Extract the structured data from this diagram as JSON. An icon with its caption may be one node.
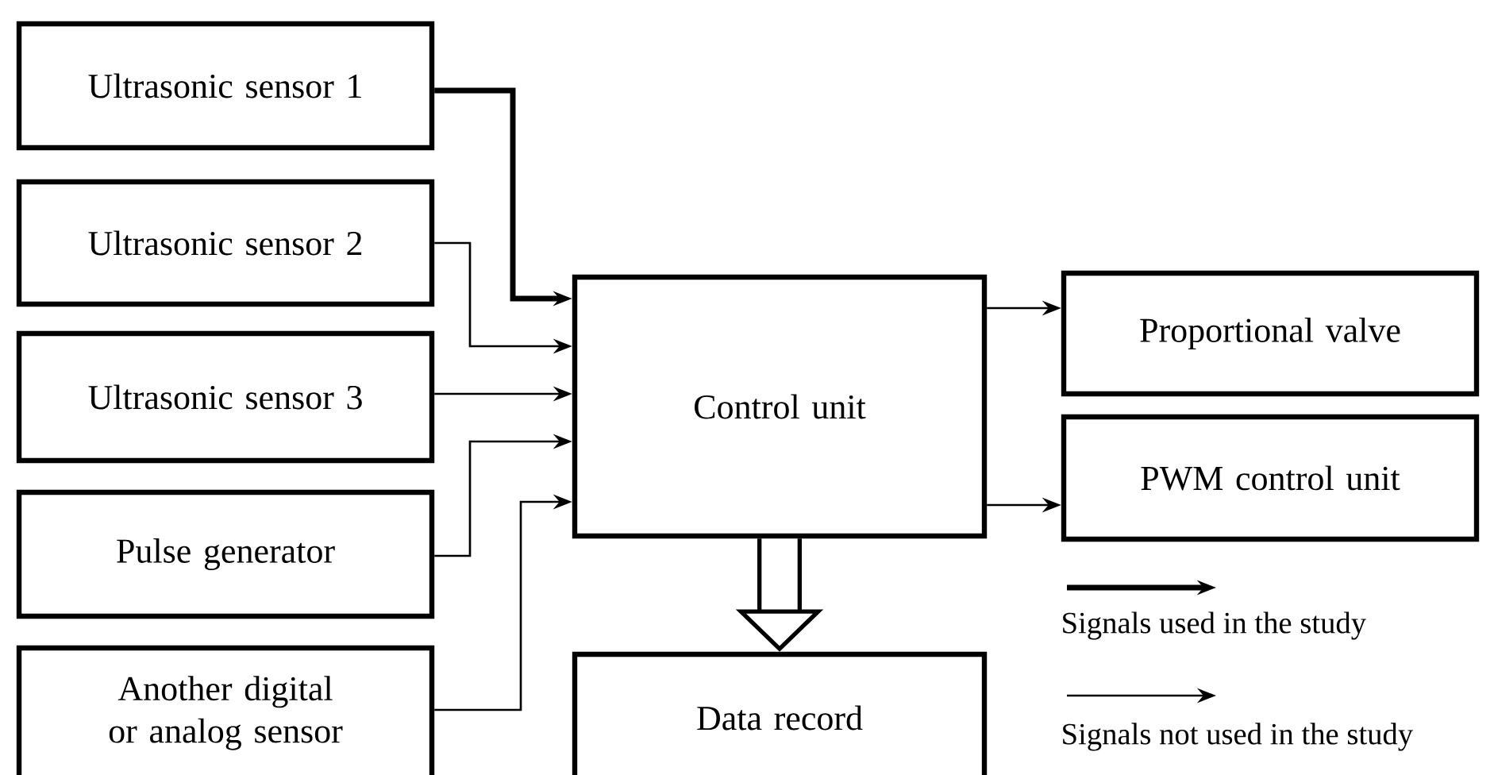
{
  "diagram": {
    "nodes": [
      {
        "text": [
          "Ultrasonic sensor 1"
        ]
      },
      {
        "text": [
          "Ultrasonic sensor 2"
        ]
      },
      {
        "text": [
          "Ultrasonic sensor 3"
        ]
      },
      {
        "text": [
          "Pulse generator"
        ]
      },
      {
        "text": [
          "Another digital or analog sensor"
        ]
      },
      {
        "text": [
          "Control unit"
        ]
      },
      {
        "text": [
          "Proportional valve"
        ]
      },
      {
        "text": [
          "PWM control unit"
        ]
      },
      {
        "text": [
          "Data record"
        ]
      }
    ],
    "edges": [
      {
        "from": 0,
        "to": 5,
        "arrow": "to",
        "style": "thick"
      },
      {
        "from": 1,
        "to": 5,
        "arrow": "to"
      },
      {
        "from": 2,
        "to": 5,
        "arrow": "to"
      },
      {
        "from": 3,
        "to": 5,
        "arrow": "to"
      },
      {
        "from": 4,
        "to": 5,
        "arrow": "to"
      },
      {
        "from": 5,
        "to": 6,
        "arrow": "to"
      },
      {
        "from": 5,
        "to": 7,
        "arrow": "to"
      },
      {
        "from": 5,
        "to": 8,
        "arrow": "to",
        "style": "thick"
      }
    ],
    "legend": [
      {
        "text": "Signals used in the study"
      },
      {
        "text": "Signals not used in the study"
      }
    ]
  }
}
